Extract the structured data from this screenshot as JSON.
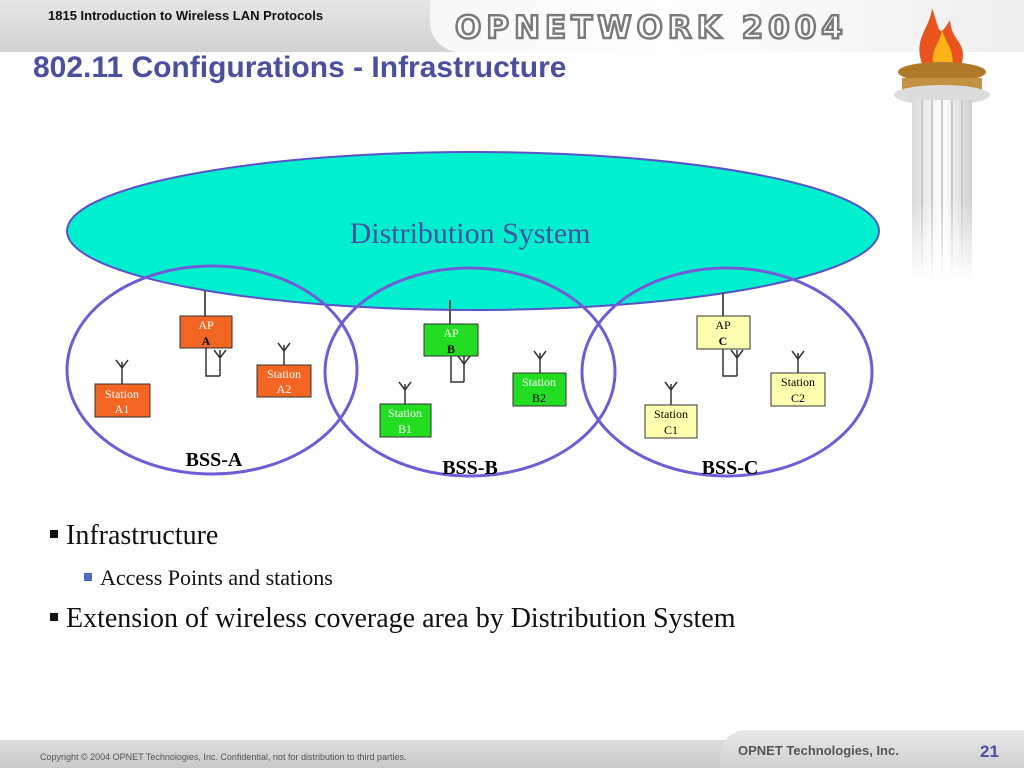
{
  "header": {
    "course_title": "1815 Introduction to Wireless LAN Protocols",
    "logo_text": "OPNETWORK 2004"
  },
  "slide": {
    "title": "802.11 Configurations - Infrastructure"
  },
  "diagram": {
    "distribution_system": "Distribution System",
    "bss": [
      {
        "label": "BSS-A",
        "ap": {
          "line1": "AP",
          "line2": "A",
          "color": "#f26522"
        },
        "stations": [
          {
            "line1": "Station",
            "line2": "A1",
            "color": "#f26522"
          },
          {
            "line1": "Station",
            "line2": "A2",
            "color": "#f26522"
          }
        ]
      },
      {
        "label": "BSS-B",
        "ap": {
          "line1": "AP",
          "line2": "B",
          "color": "#22dd22"
        },
        "stations": [
          {
            "line1": "Station",
            "line2": "B1",
            "color": "#22dd22"
          },
          {
            "line1": "Station",
            "line2": "B2",
            "color": "#22dd22"
          }
        ]
      },
      {
        "label": "BSS-C",
        "ap": {
          "line1": "AP",
          "line2": "C",
          "color": "#ffffb0"
        },
        "stations": [
          {
            "line1": "Station",
            "line2": "C1",
            "color": "#ffffb0"
          },
          {
            "line1": "Station",
            "line2": "C2",
            "color": "#ffffb0"
          }
        ]
      }
    ],
    "colors": {
      "distribution_fill": "#00f0cf",
      "bss_circle": "#6f5cd6",
      "title_color": "#4a4f9e"
    }
  },
  "bullets": [
    {
      "level": 1,
      "text": "Infrastructure"
    },
    {
      "level": 2,
      "text": "Access Points and stations"
    },
    {
      "level": 1,
      "text": "Extension of wireless coverage area by Distribution System"
    }
  ],
  "footer": {
    "copyright": "Copyright © 2004 OPNET Technologies, Inc.  Confidential, not for distribution to third parties.",
    "company": "OPNET Technologies, Inc.",
    "page_number": "21"
  }
}
